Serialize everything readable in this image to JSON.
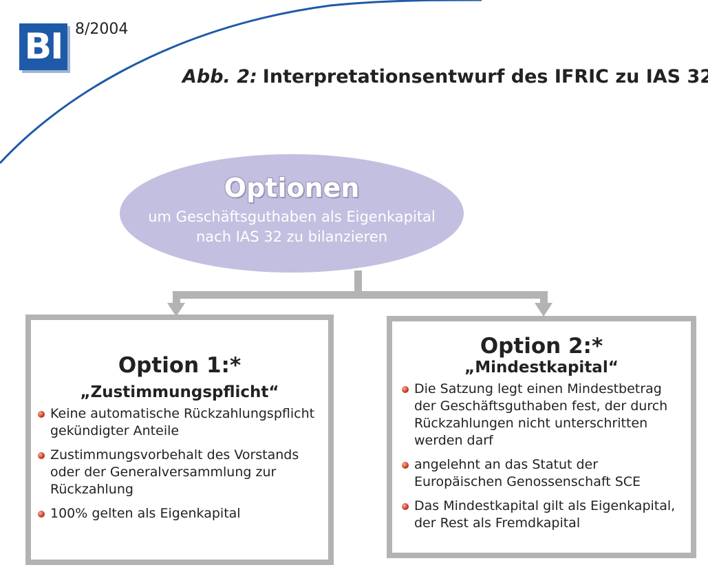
{
  "logo": {
    "text": "BI"
  },
  "issue": "8/2004",
  "header": {
    "abb": "Abb. 2:",
    "title": "Interpretationsentwurf des IFRIC zu IAS 32"
  },
  "center": {
    "title": "Optionen",
    "subtitle_line1": "um Geschäftsguthaben als Eigenkapital",
    "subtitle_line2": "nach IAS 32 zu bilanzieren"
  },
  "option1": {
    "title": "Option 1:*",
    "subtitle": "„Zustimmungspflicht“",
    "items": [
      "Keine automatische Rückzahlungspflicht gekündigter Anteile",
      "Zustimmungsvorbehalt des Vorstands oder der Generalversammlung zur Rückzahlung",
      "100% gelten als Eigenkapital"
    ]
  },
  "option2": {
    "title": "Option 2:*",
    "subtitle": "„Mindestkapital“",
    "items": [
      "Die Satzung legt einen Mindestbetrag der Geschäftsguthaben fest, der durch Rückzahlungen nicht unterschritten werden darf",
      "angelehnt an das Statut der Europäischen Genossenschaft SCE",
      "Das Mindestkapital gilt als Eigenkapital, der Rest als Fremdkapital"
    ]
  },
  "colors": {
    "ellipse": "#c3bfe0",
    "connector": "#b3b3b3",
    "logo": "#1e5aa8",
    "curve": "#1e5aa8",
    "bullet": "#c8391f"
  }
}
